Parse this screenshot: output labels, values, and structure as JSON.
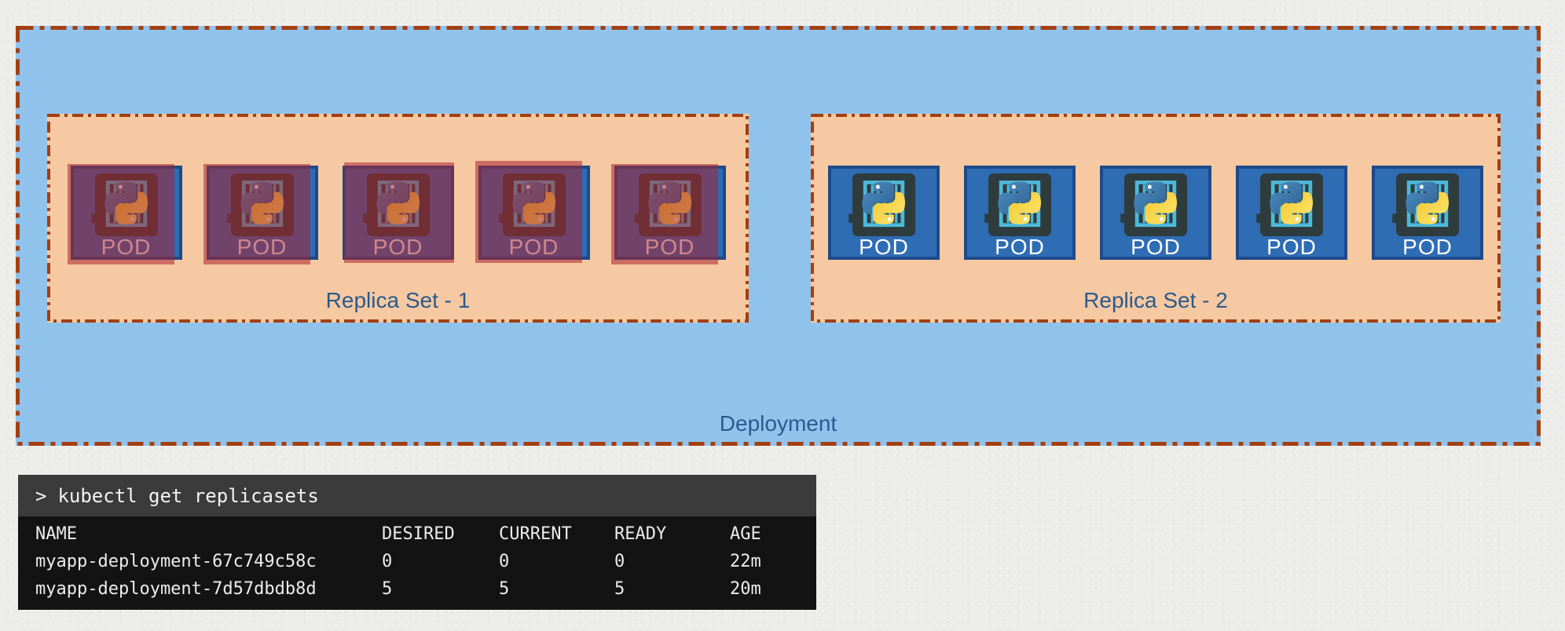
{
  "diagram": {
    "deployment_label": "Deployment",
    "replica_sets": [
      {
        "label": "Replica Set - 1",
        "status": "scaled-down",
        "pods": [
          {
            "label": "POD"
          },
          {
            "label": "POD"
          },
          {
            "label": "POD"
          },
          {
            "label": "POD"
          },
          {
            "label": "POD"
          }
        ]
      },
      {
        "label": "Replica Set - 2",
        "status": "active",
        "pods": [
          {
            "label": "POD"
          },
          {
            "label": "POD"
          },
          {
            "label": "POD"
          },
          {
            "label": "POD"
          },
          {
            "label": "POD"
          }
        ]
      }
    ],
    "pod_icon": "python-logo-in-container-cage-icon"
  },
  "terminal": {
    "prompt": ">",
    "command": "kubectl get replicasets",
    "table": {
      "headers": [
        "NAME",
        "DESIRED",
        "CURRENT",
        "READY",
        "AGE"
      ],
      "rows": [
        {
          "name": "myapp-deployment-67c749c58c",
          "desired": "0",
          "current": "0",
          "ready": "0",
          "age": "22m"
        },
        {
          "name": "myapp-deployment-7d57dbdb8d",
          "desired": "5",
          "current": "5",
          "ready": "5",
          "age": "20m"
        }
      ]
    }
  },
  "colors": {
    "deployment_fill": "#90c3ec",
    "replicaset_fill": "#f6c9a2",
    "border_color": "#a33f10",
    "label_text": "#2a5a8e",
    "pod_fill": "#2e6cb4",
    "pod_border": "#1d4a8a",
    "pod_frame": "#2e3c3e",
    "pod_cage": "#4cb9da",
    "pod_label_text": "#ffffff",
    "terminated_overlay": "rgba(170,35,45,0.55)",
    "terminal_header_bg": "#3b3b3b",
    "terminal_body_bg": "#131313",
    "terminal_text": "#ececec",
    "page_bg": "#ececea"
  }
}
